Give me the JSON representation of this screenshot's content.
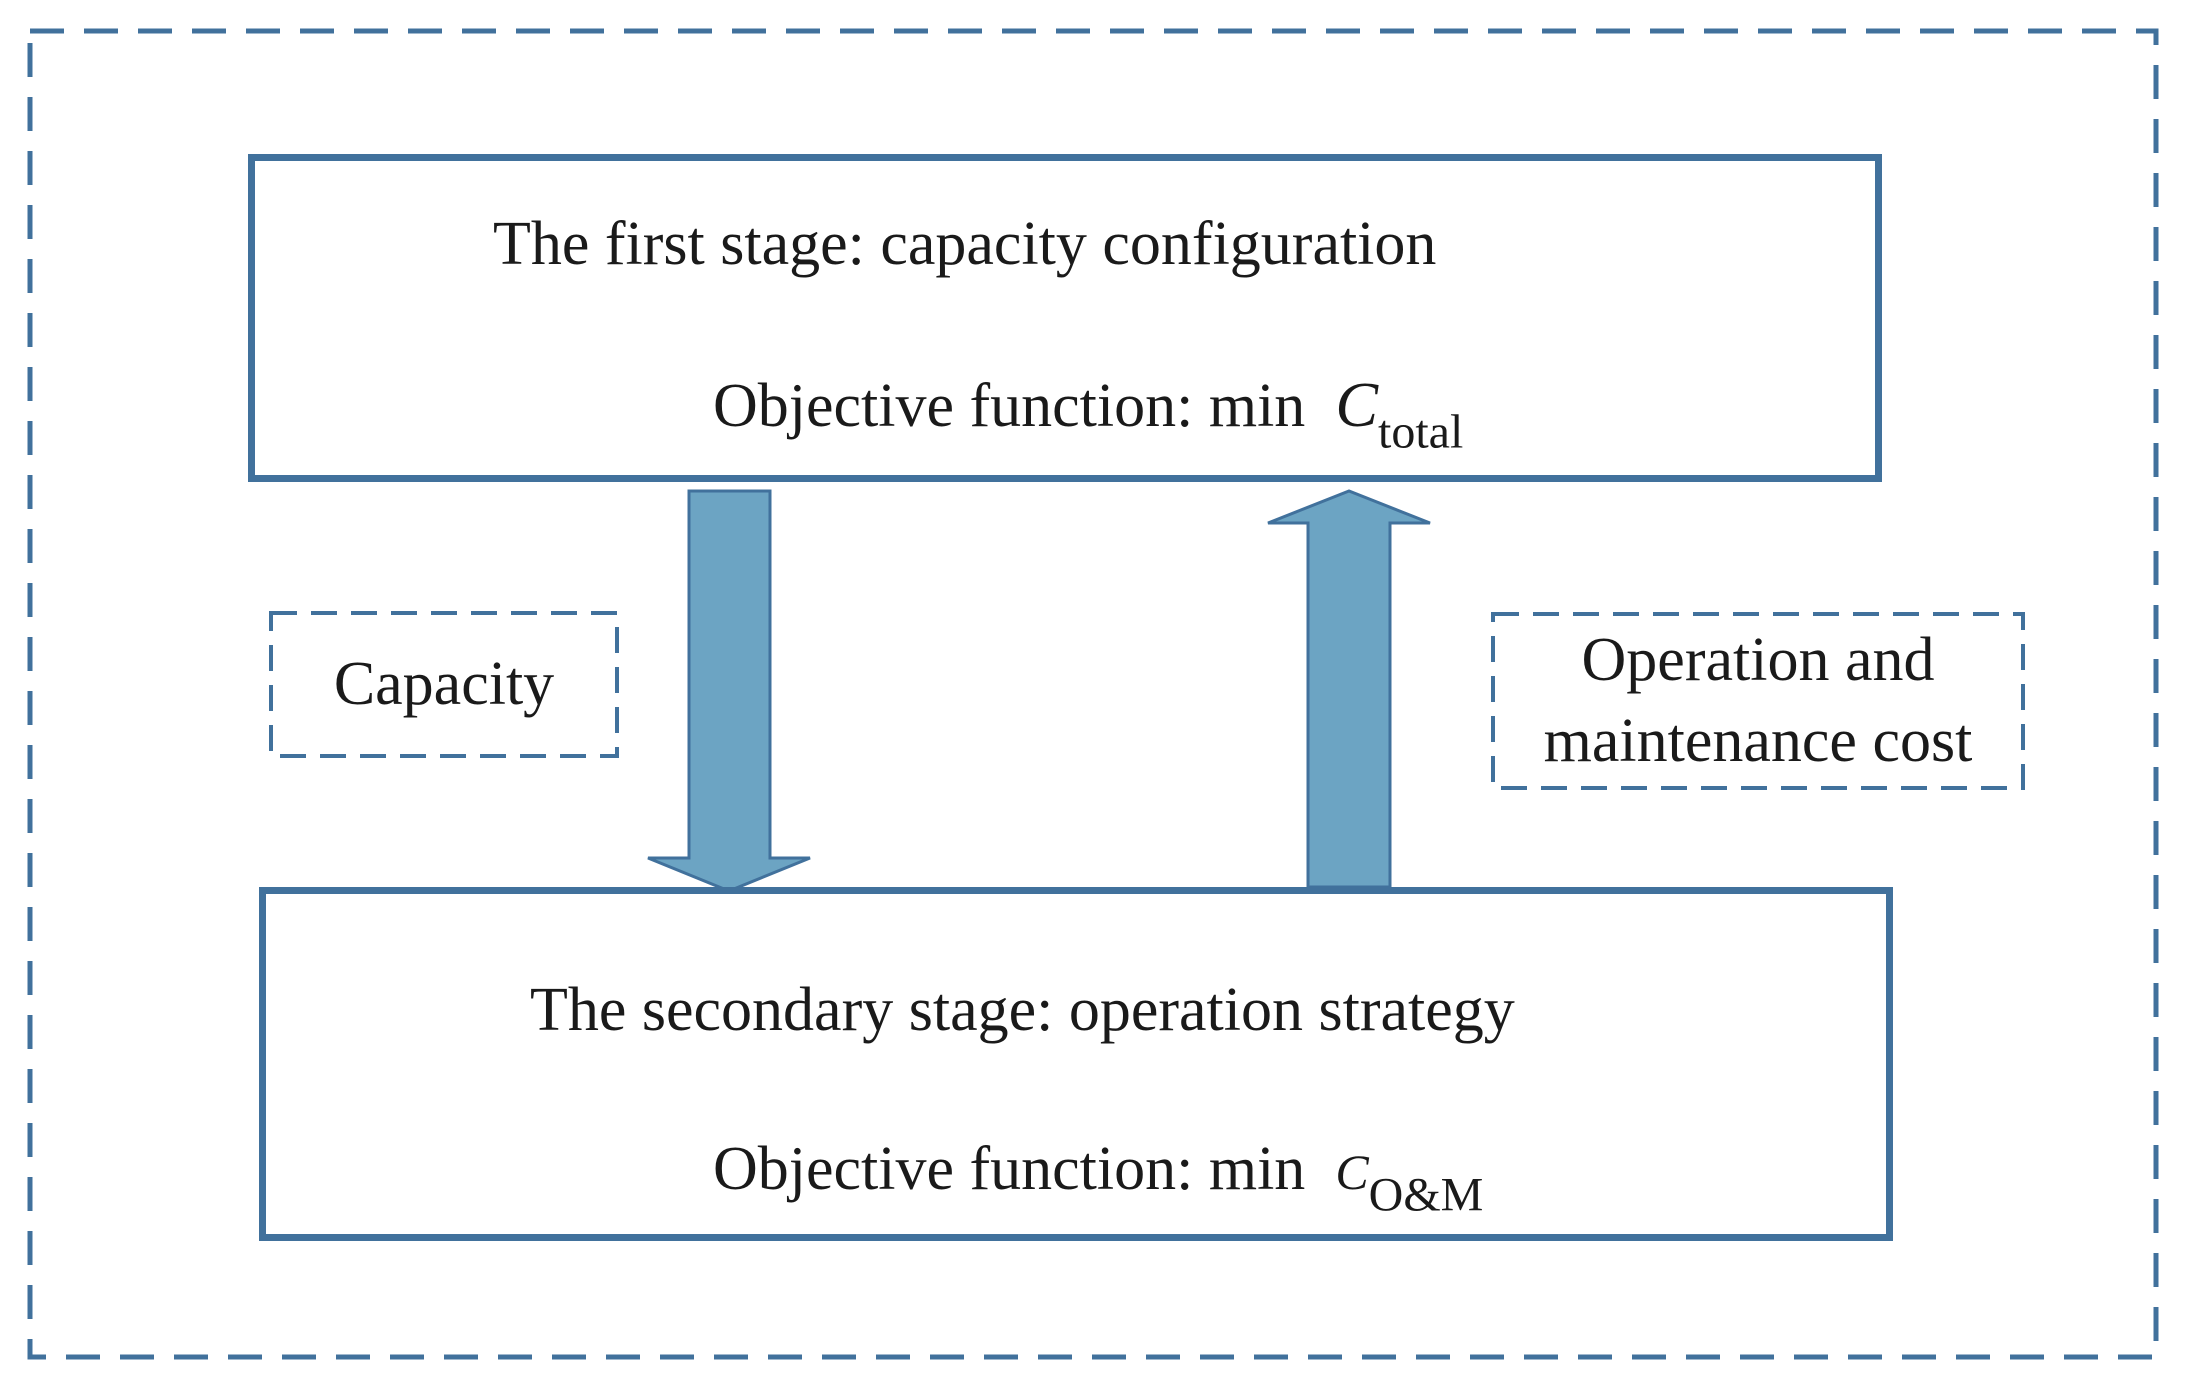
{
  "colors": {
    "frame_stroke": "#41719c",
    "arrow_fill": "#6ca4c3",
    "arrow_stroke": "#41719c",
    "text": "#1a1a1a"
  },
  "stage1": {
    "title": "The first stage: capacity configuration",
    "objective_prefix": "Objective function: min",
    "symbol": "C",
    "subscript": "total"
  },
  "stage2": {
    "title": "The secondary stage: operation strategy",
    "objective_prefix": "Objective function: min",
    "symbol": "C",
    "subscript": "O&M"
  },
  "labels": {
    "down_arrow_label": "Capacity",
    "up_arrow_label_line1": "Operation and",
    "up_arrow_label_line2": "maintenance cost"
  },
  "arrows": {
    "down": "capacity passed from first stage to secondary stage",
    "up": "operation and maintenance cost passed from secondary stage to first stage"
  }
}
